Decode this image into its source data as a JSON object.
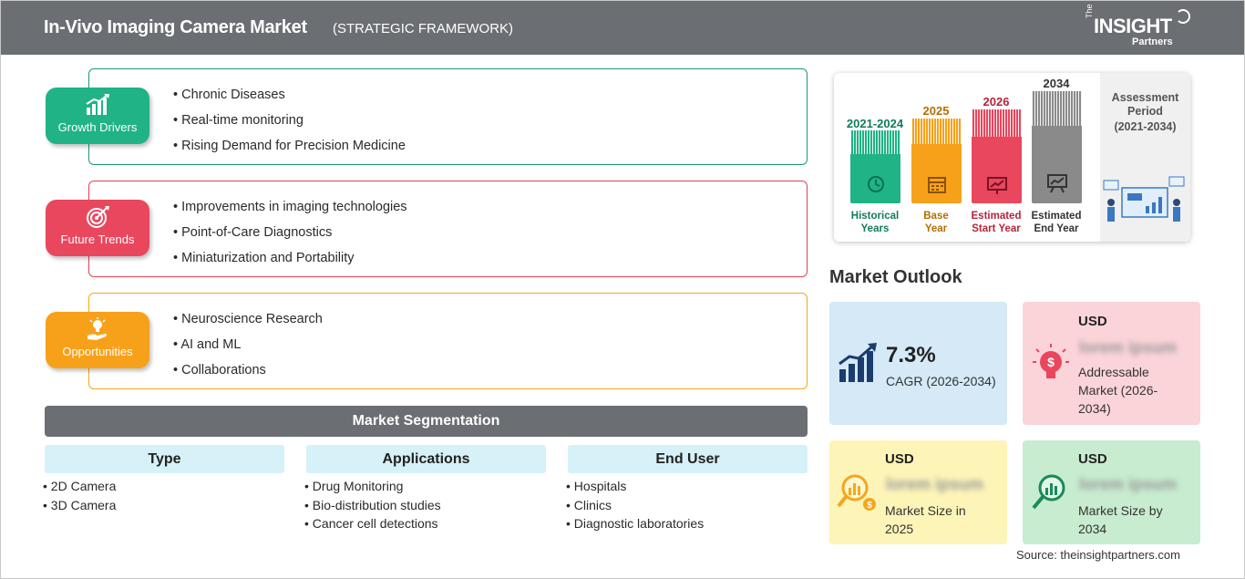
{
  "header": {
    "title": "In-Vivo Imaging Camera Market",
    "subtitle": "(STRATEGIC FRAMEWORK)",
    "logo": {
      "the": "The",
      "main": "INSIGHT",
      "partners": "Partners"
    }
  },
  "framework": {
    "growth_drivers": {
      "label": "Growth Drivers",
      "items": [
        "Chronic Diseases",
        "Real-time monitoring",
        "Rising Demand for Precision Medicine"
      ],
      "color": "#1fb386"
    },
    "future_trends": {
      "label": "Future Trends",
      "items": [
        "Improvements in imaging technologies",
        "Point-of-Care Diagnostics",
        "Miniaturization and Portability"
      ],
      "color": "#e8475e"
    },
    "opportunities": {
      "label": "Opportunities",
      "items": [
        "Neuroscience Research",
        "AI and ML",
        "Collaborations"
      ],
      "color": "#f7a11a"
    }
  },
  "segmentation": {
    "title": "Market Segmentation",
    "columns": [
      {
        "heading": "Type",
        "items": [
          "2D Camera",
          "3D Camera"
        ]
      },
      {
        "heading": "Applications",
        "items": [
          "Drug Monitoring",
          "Bio-distribution studies",
          "Cancer cell detections"
        ]
      },
      {
        "heading": "End User",
        "items": [
          "Hospitals",
          "Clinics",
          "Diagnostic laboratories"
        ]
      }
    ]
  },
  "assessment": {
    "title": "Assessment Period",
    "range": "(2021-2034)",
    "columns": [
      {
        "year": "2021-2024",
        "label1": "Historical",
        "label2": "Years",
        "color": "#1fb386",
        "year_color": "#127a5a",
        "icon": "history-icon"
      },
      {
        "year": "2025",
        "label1": "Base",
        "label2": "Year",
        "color": "#f7a11a",
        "year_color": "#b36f00",
        "icon": "calendar-icon"
      },
      {
        "year": "2026",
        "label1": "Estimated",
        "label2": "Start Year",
        "color": "#e8475e",
        "year_color": "#b5253b",
        "icon": "growth-board-icon"
      },
      {
        "year": "2034",
        "label1": "Estimated",
        "label2": "End Year",
        "color": "#8a8a8a",
        "year_color": "#333333",
        "icon": "presentation-icon"
      }
    ]
  },
  "outlook": {
    "title": "Market Outlook",
    "cagr": {
      "value": "7.3%",
      "label": "CAGR (2026-2034)"
    },
    "addressable": {
      "currency": "USD",
      "value": "lorem ipsum",
      "label1": "Addressable",
      "label2": "Market (2026-",
      "label3": "2034)"
    },
    "size_2025": {
      "currency": "USD",
      "value": "lorem ipsum",
      "label1": "Market Size in",
      "label2": "2025"
    },
    "size_2034": {
      "currency": "USD",
      "value": "lorem ipsum",
      "label1": "Market Size by",
      "label2": "2034"
    }
  },
  "source": "Source: theinsightpartners.com"
}
